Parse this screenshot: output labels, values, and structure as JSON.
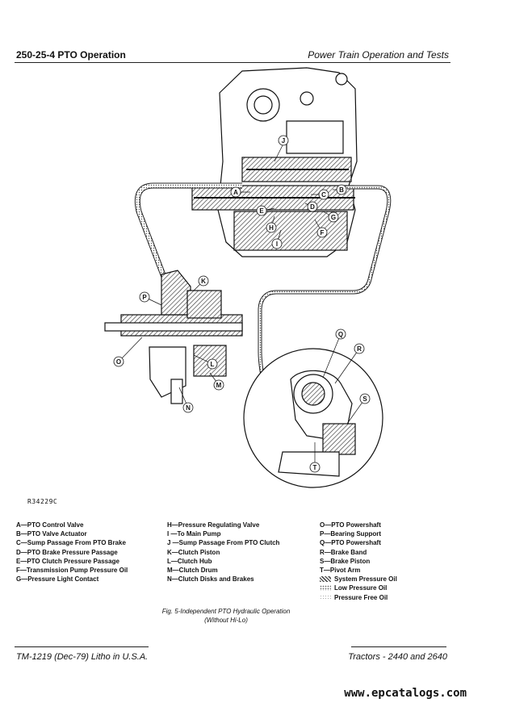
{
  "header": {
    "section": "250-25-4   PTO Operation",
    "title": "Power Train Operation and Tests"
  },
  "figure": {
    "id": "R34229C",
    "labels": [
      "A",
      "B",
      "C",
      "D",
      "E",
      "F",
      "G",
      "H",
      "I",
      "J",
      "K",
      "L",
      "M",
      "N",
      "O",
      "P",
      "Q",
      "R",
      "S",
      "T"
    ]
  },
  "legend": {
    "col1": [
      "A—PTO Control Valve",
      "B—PTO Valve Actuator",
      "C—Sump Passage From PTO Brake",
      "D—PTO Brake Pressure Passage",
      "E—PTO Clutch Pressure Passage",
      "F—Transmission Pump Pressure Oil",
      "G—Pressure Light Contact"
    ],
    "col2": [
      "H—Pressure Regulating Valve",
      "I —To Main Pump",
      "J —Sump Passage From PTO Clutch",
      "K—Clutch Piston",
      "L—Clutch Hub",
      "M—Clutch Drum",
      "N—Clutch Disks and Brakes"
    ],
    "col3": [
      "O—PTO Powershaft",
      "P—Bearing Support",
      "Q—PTO Powershaft",
      "R—Brake Band",
      "S—Brake Piston",
      "T—Pivot Arm"
    ],
    "oil": {
      "system": "System Pressure Oil",
      "low": "Low Pressure Oil",
      "free": "Pressure Free Oil"
    }
  },
  "caption": {
    "line1": "Fig. 5-Independent PTO Hydraulic Operation",
    "line2": "(Without Hi-Lo)"
  },
  "footer": {
    "left": "TM-1219 (Dec-79) Litho in U.S.A.",
    "right": "Tractors  -  2440 and 2640"
  },
  "watermark": "www.epcatalogs.com"
}
